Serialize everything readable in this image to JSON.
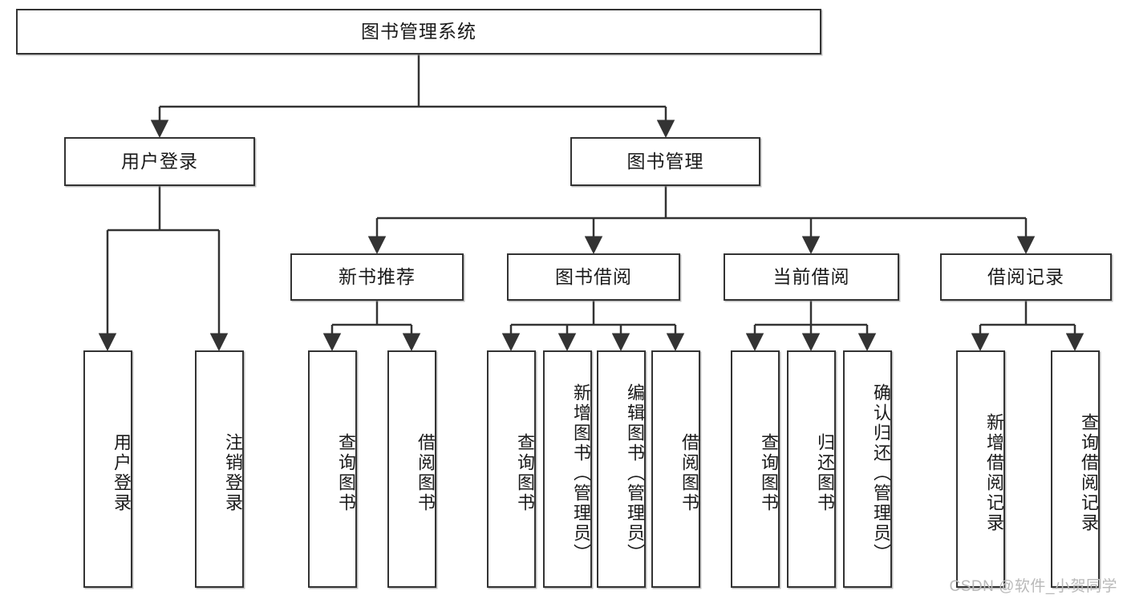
{
  "diagram": {
    "title": "图书管理系统",
    "type": "hierarchy-tree",
    "root": {
      "label": "图书管理系统"
    },
    "level1": [
      {
        "label": "用户登录"
      },
      {
        "label": "图书管理"
      }
    ],
    "level2": [
      {
        "label": "新书推荐"
      },
      {
        "label": "图书借阅"
      },
      {
        "label": "当前借阅"
      },
      {
        "label": "借阅记录"
      }
    ],
    "leaves": {
      "user_login": [
        {
          "label": "用户登录"
        },
        {
          "label": "注销登录"
        }
      ],
      "new_book_recommend": [
        {
          "label": "查询图书"
        },
        {
          "label": "借阅图书"
        }
      ],
      "book_borrow": [
        {
          "label": "查询图书"
        },
        {
          "label": "新增图书（管理员）"
        },
        {
          "label": "编辑图书（管理员）"
        },
        {
          "label": "借阅图书"
        }
      ],
      "current_borrow": [
        {
          "label": "查询图书"
        },
        {
          "label": "归还图书"
        },
        {
          "label": "确认归还（管理员）"
        }
      ],
      "borrow_record": [
        {
          "label": "新增借阅记录"
        },
        {
          "label": "查询借阅记录"
        }
      ]
    }
  },
  "watermark": {
    "text": "CSDN @软件_小贺同学"
  },
  "colors": {
    "stroke": "#333333",
    "text": "#1a1a1a",
    "background": "#ffffff",
    "watermark": "#b9b9b9"
  }
}
